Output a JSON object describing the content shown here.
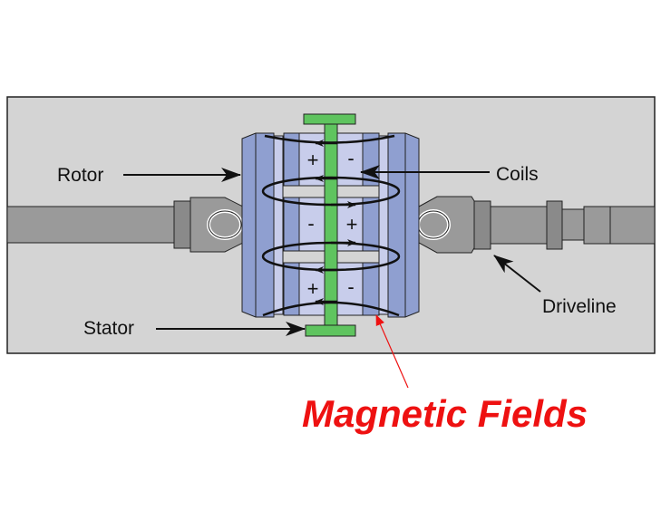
{
  "labels": {
    "rotor": "Rotor",
    "coils": "Coils",
    "driveline": "Driveline",
    "stator": "Stator",
    "magnetic_fields": "Magnetic Fields"
  },
  "coil_signs": [
    {
      "left": "+",
      "right": "-"
    },
    {
      "left": "-",
      "right": "+"
    },
    {
      "left": "+",
      "right": "-"
    }
  ],
  "colors": {
    "panel": "#d4d4d4",
    "rotor": "#8f9fd0",
    "coil_light": "#c8cdeb",
    "stator": "#5fc45f",
    "shaft": "#999999",
    "highlight_text": "#ee1111"
  }
}
